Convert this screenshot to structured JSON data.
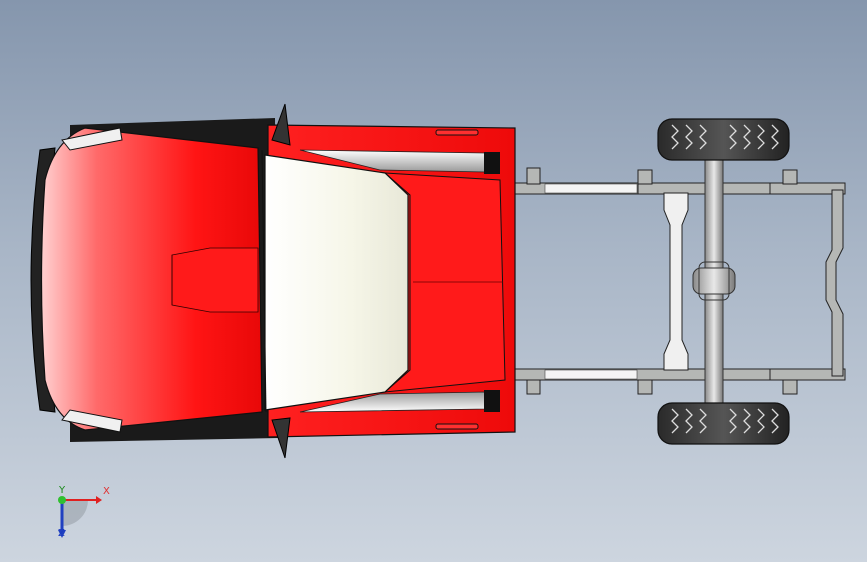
{
  "viewport": {
    "background_top": "#8596ad",
    "background_bottom": "#cdd5df"
  },
  "model": {
    "body_color": "#ff1a1a",
    "glass_color": "#fbfbef",
    "frame_color": "#b8bab8",
    "tire_color": "#1a1a1a"
  },
  "triad": {
    "x_label": "X",
    "y_label": "Y",
    "z_label": "Z",
    "x_color": "#e02020",
    "y_color": "#20a020",
    "z_color": "#2040c0"
  }
}
